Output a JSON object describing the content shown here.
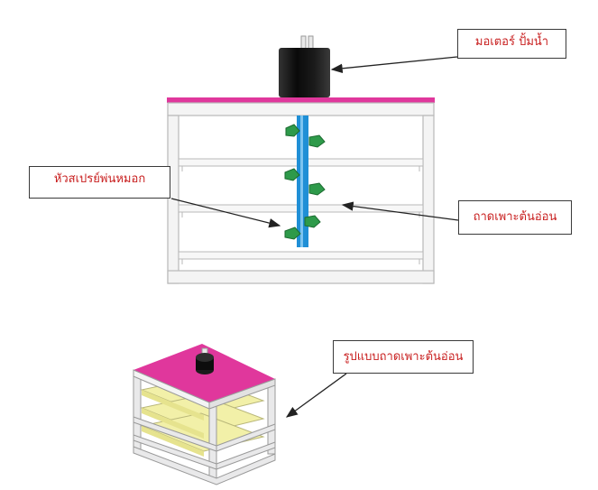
{
  "labels": {
    "motor": "มอเตอร์ ปั้มน้ำ",
    "sprayer": "หัวสเปรย์พ่นหมอก",
    "tray": "ถาดเพาะต้นอ่อน",
    "model": "รูปแบบถาดเพาะต้นอ่อน"
  },
  "colors": {
    "label_text": "#c81e1e",
    "top_panel": "#e0379c",
    "pipe": "#1f8fd6",
    "nozzle": "#2e9a4a",
    "frame": "#c8c8c8",
    "tray": "#f2f0a8",
    "motor": "#111111"
  }
}
